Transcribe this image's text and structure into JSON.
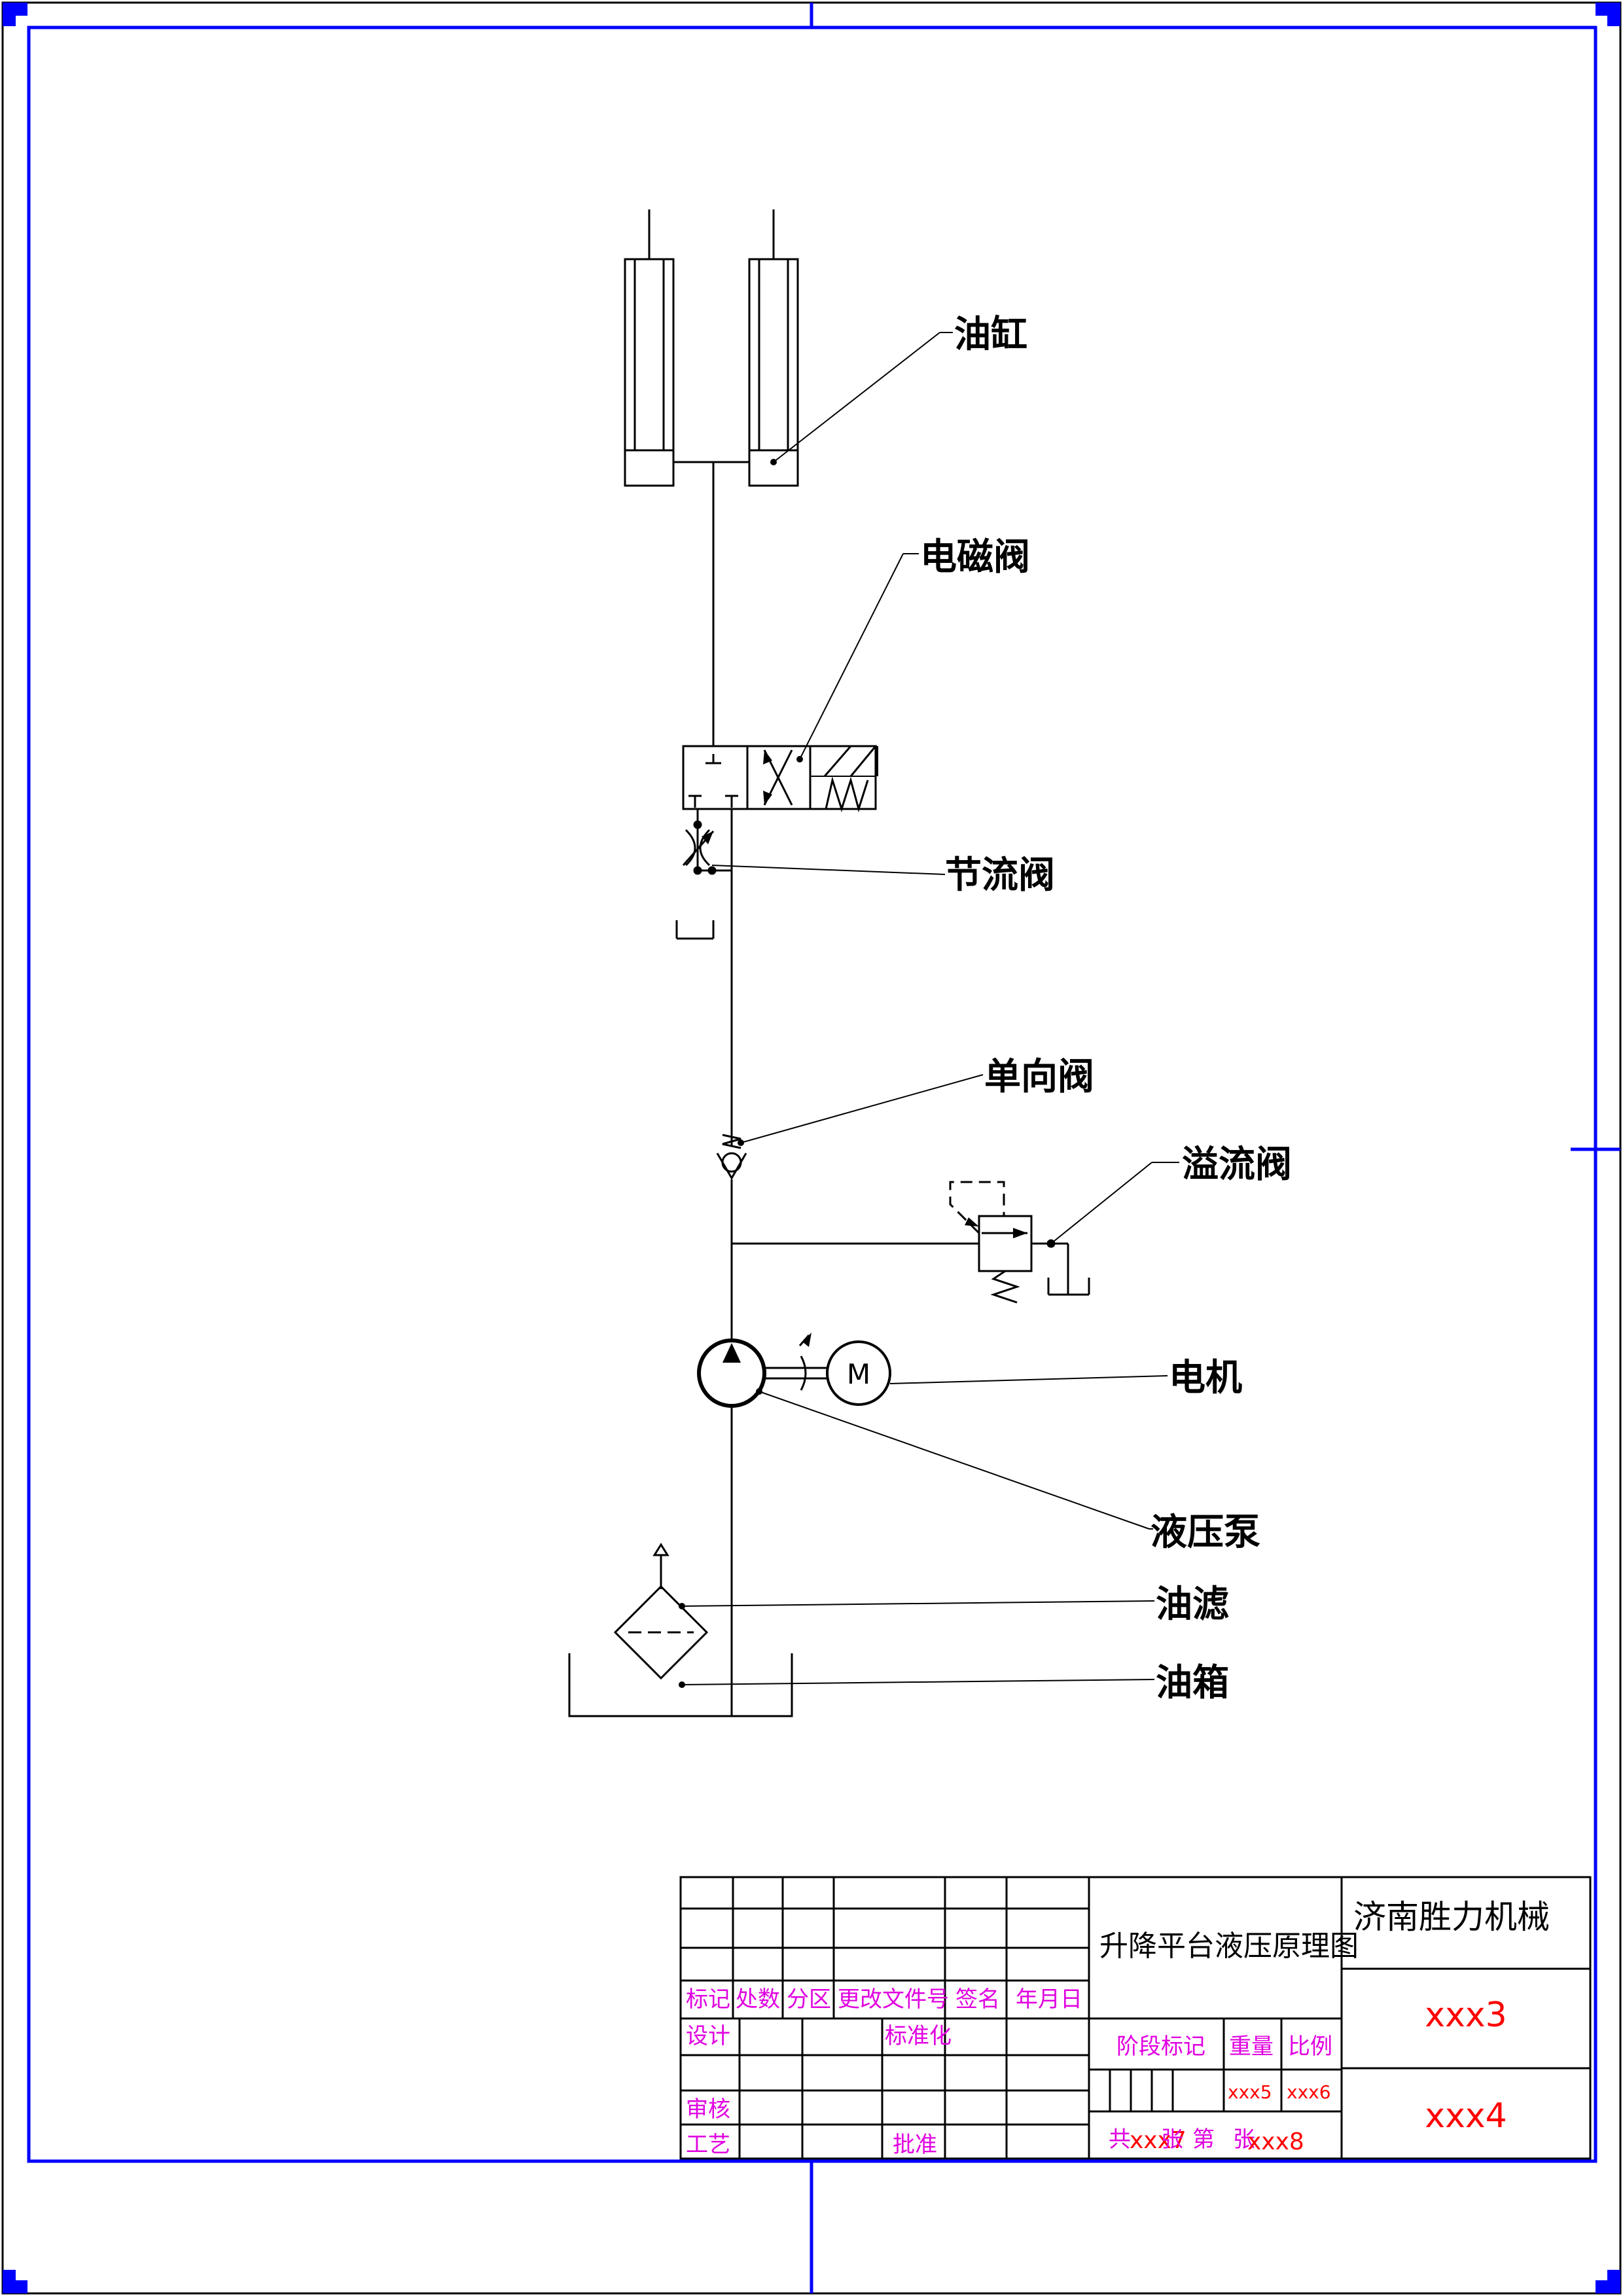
{
  "colors": {
    "frame": "#0000ff",
    "line": "#000000",
    "title_magenta": "#e000e0",
    "placeholder_red": "#ff0000"
  },
  "labels": {
    "cylinder": "油缸",
    "solenoid_valve": "电磁阀",
    "throttle_valve": "节流阀",
    "check_valve": "单向阀",
    "relief_valve": "溢流阀",
    "motor": "电机",
    "pump": "液压泵",
    "filter": "油滤",
    "tank": "油箱",
    "motor_symbol": "M"
  },
  "title_block": {
    "drawing_title": "升降平台液压原理图",
    "company": "济南胜力机械",
    "code_1": "xxx3",
    "code_2": "xxx4",
    "weight_value": "xxx5",
    "scale_value": "xxx6",
    "total_sheets": "xxx7",
    "sheet_no": "xxx8",
    "header": {
      "mark": "标记",
      "count": "处数",
      "zone": "分区",
      "change_doc": "更改文件号",
      "sign": "签名",
      "date": "年月日"
    },
    "design": "设计",
    "standardize": "标准化",
    "review": "审核",
    "process": "工艺",
    "approve": "批准",
    "stage_mark": "阶段标记",
    "weight": "重量",
    "scale": "比例",
    "total_prefix": "共",
    "total_suffix": "张",
    "sheet_prefix": "第",
    "sheet_suffix": "张"
  }
}
